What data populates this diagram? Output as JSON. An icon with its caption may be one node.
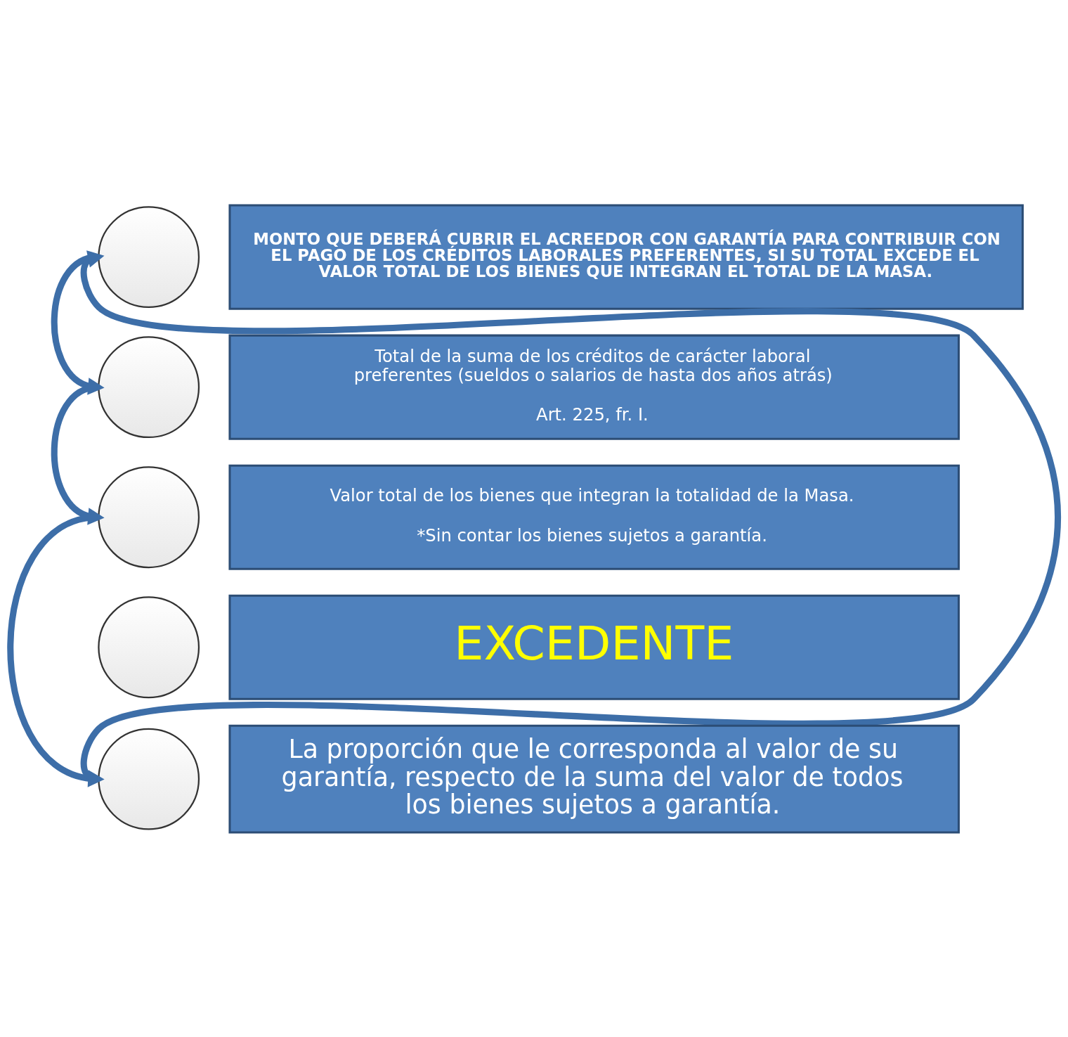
{
  "diagram": {
    "nodes": [
      {
        "text": [],
        "shape": "circle"
      },
      {
        "text": [
          "MONTO QUE DEBERÁ CUBRIR EL ACREEDOR CON GARANTÍA PARA CONTRIBUIR CON EL PAGO DE LOS CRÉDITOS LABORALES PREFERENTES, SI SU TOTAL EXCEDE EL VALOR TOTAL DE LOS BIENES QUE INTEGRAN EL TOTAL DE LA MASA."
        ]
      },
      {
        "text": [],
        "shape": "circle"
      },
      {
        "text": [
          "Total de la suma de los créditos de carácter laboral preferentes (sueldos o salarios de hasta dos años atrás)",
          "Art. 225, fr. I."
        ]
      },
      {
        "text": [],
        "shape": "circle"
      },
      {
        "text": [
          "Valor total de los bienes que integran la totalidad de la Masa.",
          "*Sin contar los bienes sujetos a garantía."
        ]
      },
      {
        "text": [],
        "shape": "circle"
      },
      {
        "text": [
          "EXCEDENTE"
        ]
      },
      {
        "text": [],
        "shape": "circle"
      },
      {
        "text": [
          "La proporción que le corresponda al valor de su garantía, respecto de la suma del valor de todos los bienes sujetos a garantía."
        ]
      }
    ],
    "edges": [
      {
        "from": 0,
        "to": 2,
        "arrow": "to"
      },
      {
        "from": 2,
        "to": 4,
        "arrow": "to"
      },
      {
        "from": 4,
        "to": 8,
        "arrow": "to"
      },
      {
        "from": 8,
        "to": 0,
        "arrow": "to"
      }
    ]
  }
}
